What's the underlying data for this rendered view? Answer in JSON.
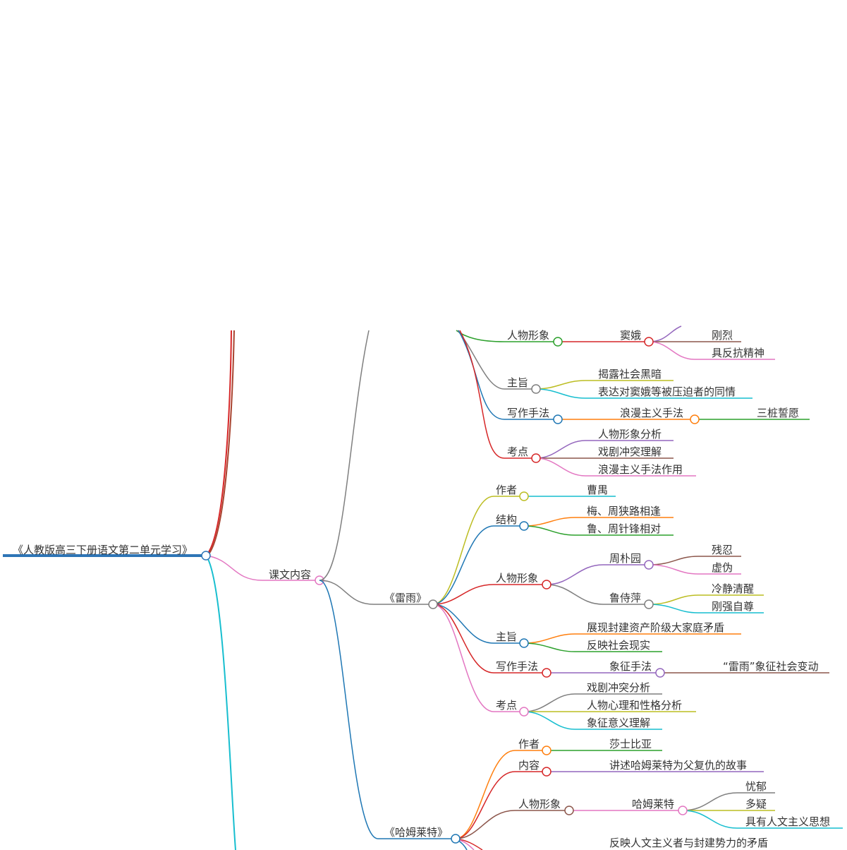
{
  "root": {
    "label": "《人教版高三下册语文第二单元学习》"
  },
  "l1": {
    "label": "课文内容"
  },
  "partial_top": {
    "renwu_label": "人物形象",
    "dou_e": "窦娥",
    "gangl": "刚烈",
    "fankang": "具反抗精神",
    "zhuzhi": "主旨",
    "zhuzhi_1": "揭露社会黑暗",
    "zhuzhi_2": "表达对窦娥等被压迫者的同情",
    "xiezuo": "写作手法",
    "langman": "浪漫主义手法",
    "sanzhuang": "三桩誓愿",
    "kaodian": "考点",
    "kd_1": "人物形象分析",
    "kd_2": "戏剧冲突理解",
    "kd_3": "浪漫主义手法作用"
  },
  "leiyu": {
    "title": "《雷雨》",
    "author_label": "作者",
    "author": "曹禺",
    "structure_label": "结构",
    "structure_1": "梅、周狭路相逢",
    "structure_2": "鲁、周针锋相对",
    "renwu_label": "人物形象",
    "zhou": "周朴园",
    "zhou_1": "残忍",
    "zhou_2": "虚伪",
    "lu": "鲁侍萍",
    "lu_1": "冷静清醒",
    "lu_2": "刚强自尊",
    "zhuzhi_label": "主旨",
    "zhuzhi_1": "展现封建资产阶级大家庭矛盾",
    "zhuzhi_2": "反映社会现实",
    "xiezuo_label": "写作手法",
    "xiangzheng": "象征手法",
    "xiangzheng_1": "“雷雨”象征社会变动",
    "kaodian_label": "考点",
    "kd_1": "戏剧冲突分析",
    "kd_2": "人物心理和性格分析",
    "kd_3": "象征意义理解"
  },
  "hamlet": {
    "title": "《哈姆莱特》",
    "author_label": "作者",
    "author": "莎士比亚",
    "content_label": "内容",
    "content": "讲述哈姆莱特为父复仇的故事",
    "renwu_label": "人物形象",
    "hamlet": "哈姆莱特",
    "h_1": "忧郁",
    "h_2": "多疑",
    "h_3": "具有人文主义思想",
    "zhuzhi_1": "反映人文主义者与封建势力的矛盾"
  },
  "colors": {
    "root": "#2e75b6",
    "pink": "#e377c2",
    "gray": "#7f7f7f",
    "blue": "#1f77b4",
    "olive": "#bcbd22",
    "red": "#d62728",
    "green": "#2ca02c",
    "teal": "#17becf",
    "orange": "#ff7f0e",
    "purple": "#9467bd",
    "brown": "#8c564b",
    "brick": "#a8432f"
  }
}
